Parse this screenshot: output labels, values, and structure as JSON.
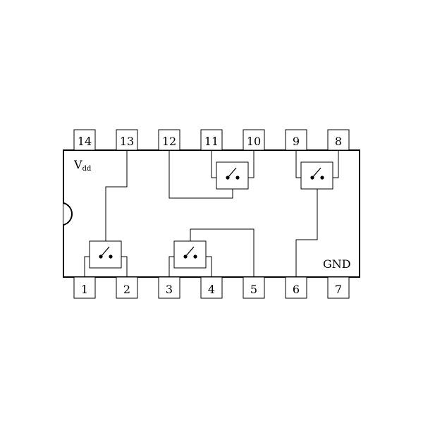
{
  "chip": {
    "vdd_main": "V",
    "vdd_sub": "dd",
    "gnd_label": "GND",
    "colors": {
      "line": "#000000",
      "background": "#ffffff"
    }
  },
  "pins": {
    "top": [
      "14",
      "13",
      "12",
      "11",
      "10",
      "9",
      "8"
    ],
    "bottom": [
      "1",
      "2",
      "3",
      "4",
      "5",
      "6",
      "7"
    ]
  },
  "switches": [
    "analog-switch-a",
    "analog-switch-b",
    "analog-switch-c",
    "analog-switch-d"
  ]
}
